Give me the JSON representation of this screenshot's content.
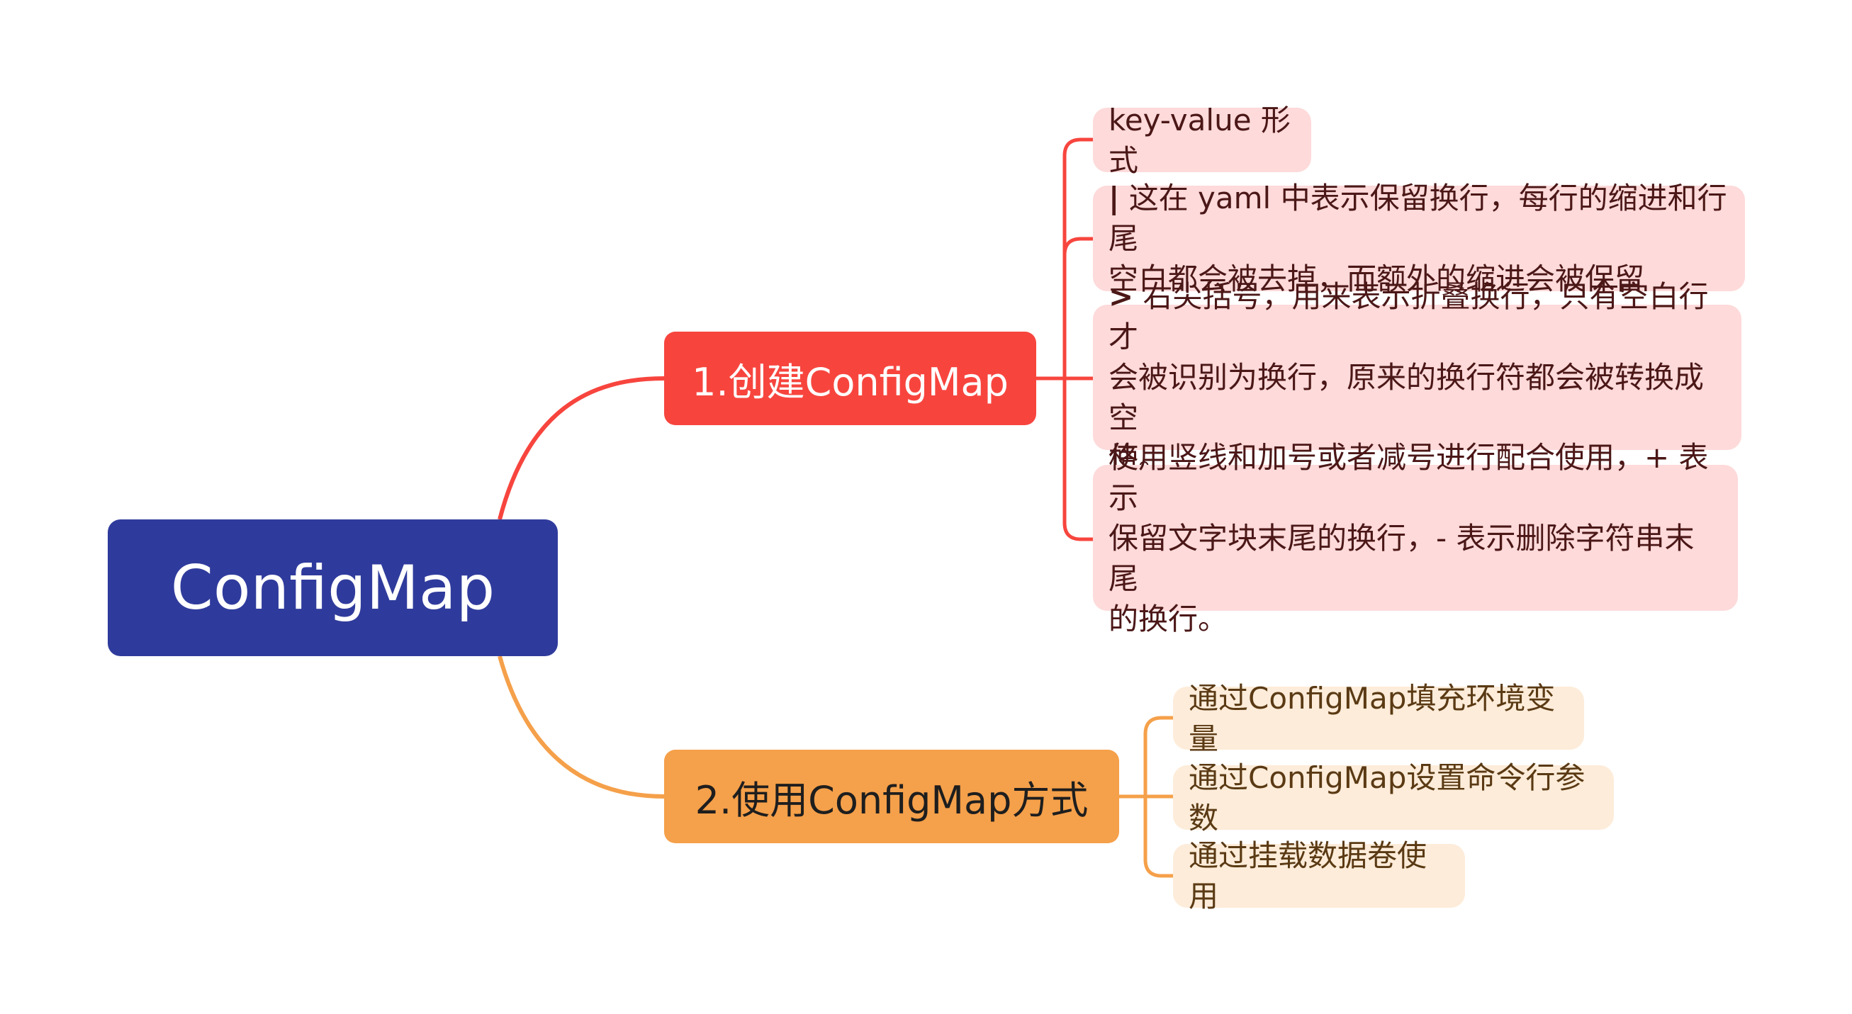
{
  "root": {
    "label": "ConfigMap",
    "color": "#2f3b9c"
  },
  "branches": [
    {
      "label": "1.创建ConfigMap",
      "color": "#f7453e",
      "children": [
        {
          "prefix": "",
          "text": "key-value 形式"
        },
        {
          "prefix": "|",
          "text": " 这在 yaml 中表示保留换行，每行的缩进和行尾\n空白都会被去掉，而额外的缩进会被保留"
        },
        {
          "prefix": ">",
          "text": " 右尖括号，用来表示折叠换行，只有空白行才\n会被识别为换行，原来的换行符都会被转换成空\n格。"
        },
        {
          "prefix": "",
          "text": "使用竖线和加号或者减号进行配合使用，+ 表示\n保留文字块末尾的换行，- 表示删除字符串末尾\n的换行。"
        }
      ]
    },
    {
      "label": "2.使用ConfigMap方式",
      "color": "#f5a04a",
      "children": [
        {
          "text": "通过ConfigMap填充环境变量"
        },
        {
          "text": "通过ConfigMap设置命令行参数"
        },
        {
          "text": "通过挂载数据卷使用"
        }
      ]
    }
  ]
}
